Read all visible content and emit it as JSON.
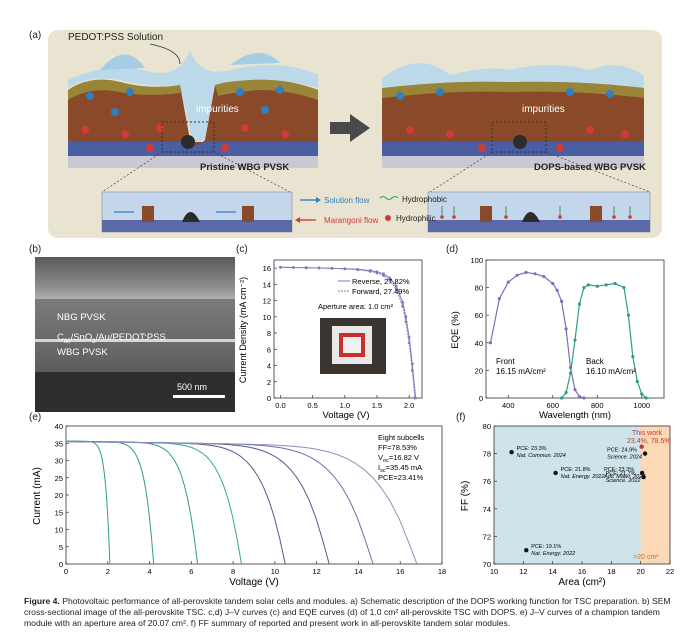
{
  "panel_a": {
    "label": "(a)",
    "solution_label": "PEDOT:PSS Solution",
    "impurities_left": "impurities",
    "impurities_right": "impurities",
    "pristine_title": "Pristine WBG PVSK",
    "dops_title": "DOPS-based WBG PVSK",
    "legend_solution_flow": "Solution flow",
    "legend_marangoni_flow": "Marangoni flow",
    "legend_hydrophobic": "Hydrophobic",
    "legend_hydrophilic": "Hydrophilic",
    "colors": {
      "background": "#e9e4d1",
      "perovskite": "#8a4a2a",
      "solution": "#bcd9ea",
      "substrate": "#5a6aa8"
    }
  },
  "panel_b": {
    "label": "(b)",
    "layer_top": "NBG PVSK",
    "layer_mid_prefix": "C",
    "layer_mid_sub": "60",
    "layer_mid_rest": "/SnO",
    "layer_mid_sub2": "2",
    "layer_mid_end": "/Au/PEDOT:PSS",
    "layer_bottom": "WBG PVSK",
    "scale_bar": "500 nm"
  },
  "panel_c": {
    "label": "(c)",
    "xlabel": "Voltage (V)",
    "ylabel": "Current Density (mA cm⁻²)",
    "legend_reverse": "Reverse, 27.82%",
    "legend_forward": "Forward, 27.49%",
    "aperture_text": "Aperture area:  1.0 cm²",
    "xticks": [
      "0.0",
      "0.5",
      "1.0",
      "1.5",
      "2.0"
    ],
    "yticks": [
      "0",
      "2",
      "4",
      "6",
      "8",
      "10",
      "12",
      "14",
      "16"
    ]
  },
  "panel_d": {
    "label": "(d)",
    "xlabel": "Wavelength (nm)",
    "ylabel": "EQE (%)",
    "front_label": "Front",
    "front_value": "16.15 mA/cm²",
    "back_label": "Back",
    "back_value": "16.10 mA/cm²",
    "xticks": [
      "400",
      "600",
      "800",
      "1000"
    ],
    "yticks": [
      "0",
      "20",
      "40",
      "60",
      "80",
      "100"
    ]
  },
  "panel_e": {
    "label": "(e)",
    "xlabel": "Voltage (V)",
    "ylabel": "Current (mA)",
    "subcells_title": "Eight subcells",
    "ff_text": "FF=78.53%",
    "voc_text": "=16.82 V",
    "isc_text": "=35.45 mA",
    "pce_text": "PCE=23.41%",
    "xticks": [
      "0",
      "2",
      "4",
      "6",
      "8",
      "10",
      "12",
      "14",
      "16",
      "18"
    ],
    "yticks": [
      "0",
      "5",
      "10",
      "15",
      "20",
      "25",
      "30",
      "35",
      "40"
    ]
  },
  "panel_f": {
    "label": "(f)",
    "xlabel": "Area (cm²)",
    "ylabel": "FF (%)",
    "this_work": "This work",
    "this_work_values": "23.4%, 78.5%",
    "region_label": ">20 cm²",
    "xticks": [
      "10",
      "12",
      "14",
      "16",
      "18",
      "20",
      "22"
    ],
    "yticks": [
      "70",
      "72",
      "74",
      "76",
      "78",
      "80"
    ]
  },
  "chart_data": [
    {
      "type": "line",
      "title": "",
      "xlabel": "Voltage (V)",
      "ylabel": "Current Density (mA cm⁻²)",
      "xlim": [
        -0.1,
        2.2
      ],
      "ylim": [
        0,
        17
      ],
      "series": [
        {
          "name": "Reverse, 27.82%",
          "x": [
            0,
            0.2,
            0.4,
            0.6,
            0.8,
            1.0,
            1.2,
            1.4,
            1.5,
            1.6,
            1.7,
            1.8,
            1.9,
            1.95,
            2.0,
            2.05,
            2.1
          ],
          "y": [
            16.1,
            16.08,
            16.05,
            16.02,
            15.98,
            15.92,
            15.85,
            15.7,
            15.55,
            15.3,
            14.8,
            13.8,
            11.8,
            10.0,
            7.5,
            4.2,
            0
          ]
        },
        {
          "name": "Forward, 27.49%",
          "x": [
            0,
            0.2,
            0.4,
            0.6,
            0.8,
            1.0,
            1.2,
            1.4,
            1.5,
            1.6,
            1.7,
            1.8,
            1.9,
            1.95,
            2.0,
            2.05,
            2.09
          ],
          "y": [
            16.1,
            16.08,
            16.05,
            16.02,
            15.98,
            15.9,
            15.8,
            15.6,
            15.4,
            15.1,
            14.5,
            13.4,
            11.3,
            9.4,
            6.8,
            3.4,
            0
          ]
        }
      ]
    },
    {
      "type": "line",
      "title": "",
      "xlabel": "Wavelength (nm)",
      "ylabel": "EQE (%)",
      "xlim": [
        300,
        1100
      ],
      "ylim": [
        0,
        100
      ],
      "series": [
        {
          "name": "Front",
          "x": [
            320,
            360,
            400,
            440,
            480,
            520,
            560,
            600,
            620,
            640,
            660,
            680,
            700,
            720,
            740
          ],
          "y": [
            40,
            72,
            84,
            89,
            91,
            90,
            88,
            83,
            78,
            70,
            50,
            22,
            6,
            1,
            0
          ]
        },
        {
          "name": "Back",
          "x": [
            640,
            660,
            680,
            700,
            720,
            740,
            760,
            800,
            840,
            880,
            920,
            940,
            960,
            980,
            1000,
            1020
          ],
          "y": [
            0,
            4,
            18,
            42,
            68,
            80,
            82,
            81,
            82,
            83,
            80,
            60,
            30,
            12,
            3,
            0
          ]
        }
      ]
    },
    {
      "type": "line",
      "title": "",
      "xlabel": "Voltage (V)",
      "ylabel": "Current (mA)",
      "xlim": [
        0,
        18
      ],
      "ylim": [
        0,
        40
      ],
      "series": [
        {
          "name": "",
          "voc": 2.1,
          "isc": 35.6
        },
        {
          "name": "",
          "voc": 4.2,
          "isc": 35.6
        },
        {
          "name": "",
          "voc": 6.3,
          "isc": 35.6
        },
        {
          "name": "",
          "voc": 8.4,
          "isc": 35.5
        },
        {
          "name": "",
          "voc": 10.5,
          "isc": 35.5
        },
        {
          "name": "",
          "voc": 12.6,
          "isc": 35.5
        },
        {
          "name": "",
          "voc": 14.7,
          "isc": 35.5
        },
        {
          "name": "",
          "voc": 16.8,
          "isc": 35.45
        }
      ]
    },
    {
      "type": "scatter",
      "title": "",
      "xlabel": "Area (cm²)",
      "ylabel": "FF (%)",
      "xlim": [
        10,
        22
      ],
      "ylim": [
        70,
        80
      ],
      "points": [
        {
          "x": 11.2,
          "y": 78.1,
          "pce": "PCE: 23.3%",
          "ref": "Nat. Commun. 2024"
        },
        {
          "x": 14.2,
          "y": 76.6,
          "pce": "PCE: 21.8%",
          "ref": "Nat. Energy. 2022"
        },
        {
          "x": 12.2,
          "y": 71.0,
          "pce": "PCE: 19.1%",
          "ref": "Nat. Energy. 2022"
        },
        {
          "x": 20.3,
          "y": 78.0,
          "pce": "PCE: 24.9%",
          "ref": "Science. 2024"
        },
        {
          "x": 20.1,
          "y": 76.6,
          "pce": "PCE: 23.3%",
          "ref": "Adv. Mater. 2024"
        },
        {
          "x": 20.2,
          "y": 76.3,
          "pce": "PCE: 21.7%",
          "ref": "Science. 2022"
        },
        {
          "x": 20.07,
          "y": 78.5,
          "pce": "23.4%, 78.5%",
          "ref": "This work"
        }
      ]
    }
  ],
  "caption": {
    "figure_label": "Figure 4.",
    "text": "Photovoltaic performance of all-perovskite tandem solar cells and modules. a) Schematic description of the DOPS working function for TSC preparation. b) SEM cross-sectional image of the all-perovskite TSC. c,d) J–V curves (c) and EQE curves (d) of 1.0 cm² all-perovskite TSC with DOPS. e) J–V curves of a champion tandem module with an aperture area of 20.07 cm². f) FF summary of reported and present work in all-perovskite tandem solar modules."
  }
}
